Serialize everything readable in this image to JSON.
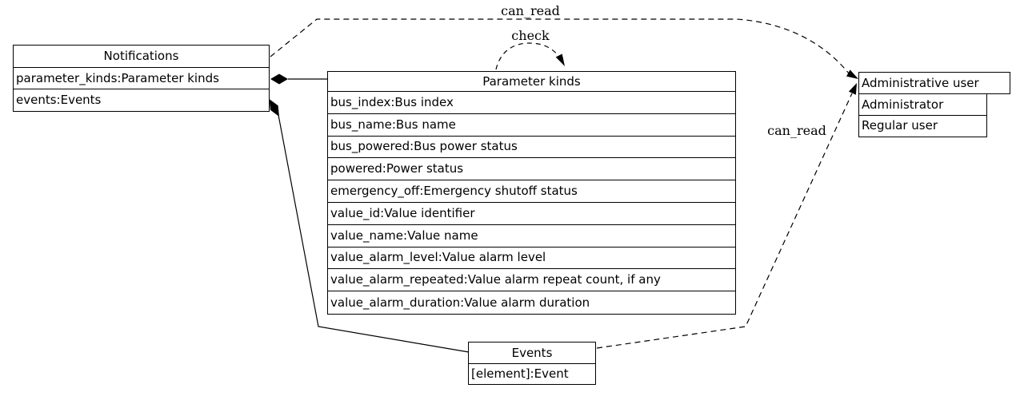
{
  "canvas": {
    "background": "#ffffff",
    "line_color": "#000000",
    "text_color": "#000000",
    "node_fill": "#ffffff"
  },
  "nodes": {
    "notifications": {
      "title": "Notifications",
      "rows": [
        "parameter_kinds:Parameter kinds",
        "events:Events"
      ]
    },
    "parameter_kinds": {
      "title": "Parameter kinds",
      "rows": [
        "bus_index:Bus index",
        "bus_name:Bus name",
        "bus_powered:Bus power status",
        "powered:Power status",
        "emergency_off:Emergency shutoff status",
        "value_id:Value identifier",
        "value_name:Value name",
        "value_alarm_level:Value alarm level",
        "value_alarm_repeated:Value alarm repeat count, if any",
        "value_alarm_duration:Value alarm duration"
      ]
    },
    "administrative_user": {
      "title": "Administrative user",
      "rows": [
        "Administrator",
        "Regular user"
      ]
    },
    "events": {
      "title": "Events",
      "rows": [
        "[element]:Event"
      ]
    }
  },
  "edge_labels": {
    "can_read_top": "can_read",
    "check": "check",
    "can_read_bottom": "can_read"
  }
}
